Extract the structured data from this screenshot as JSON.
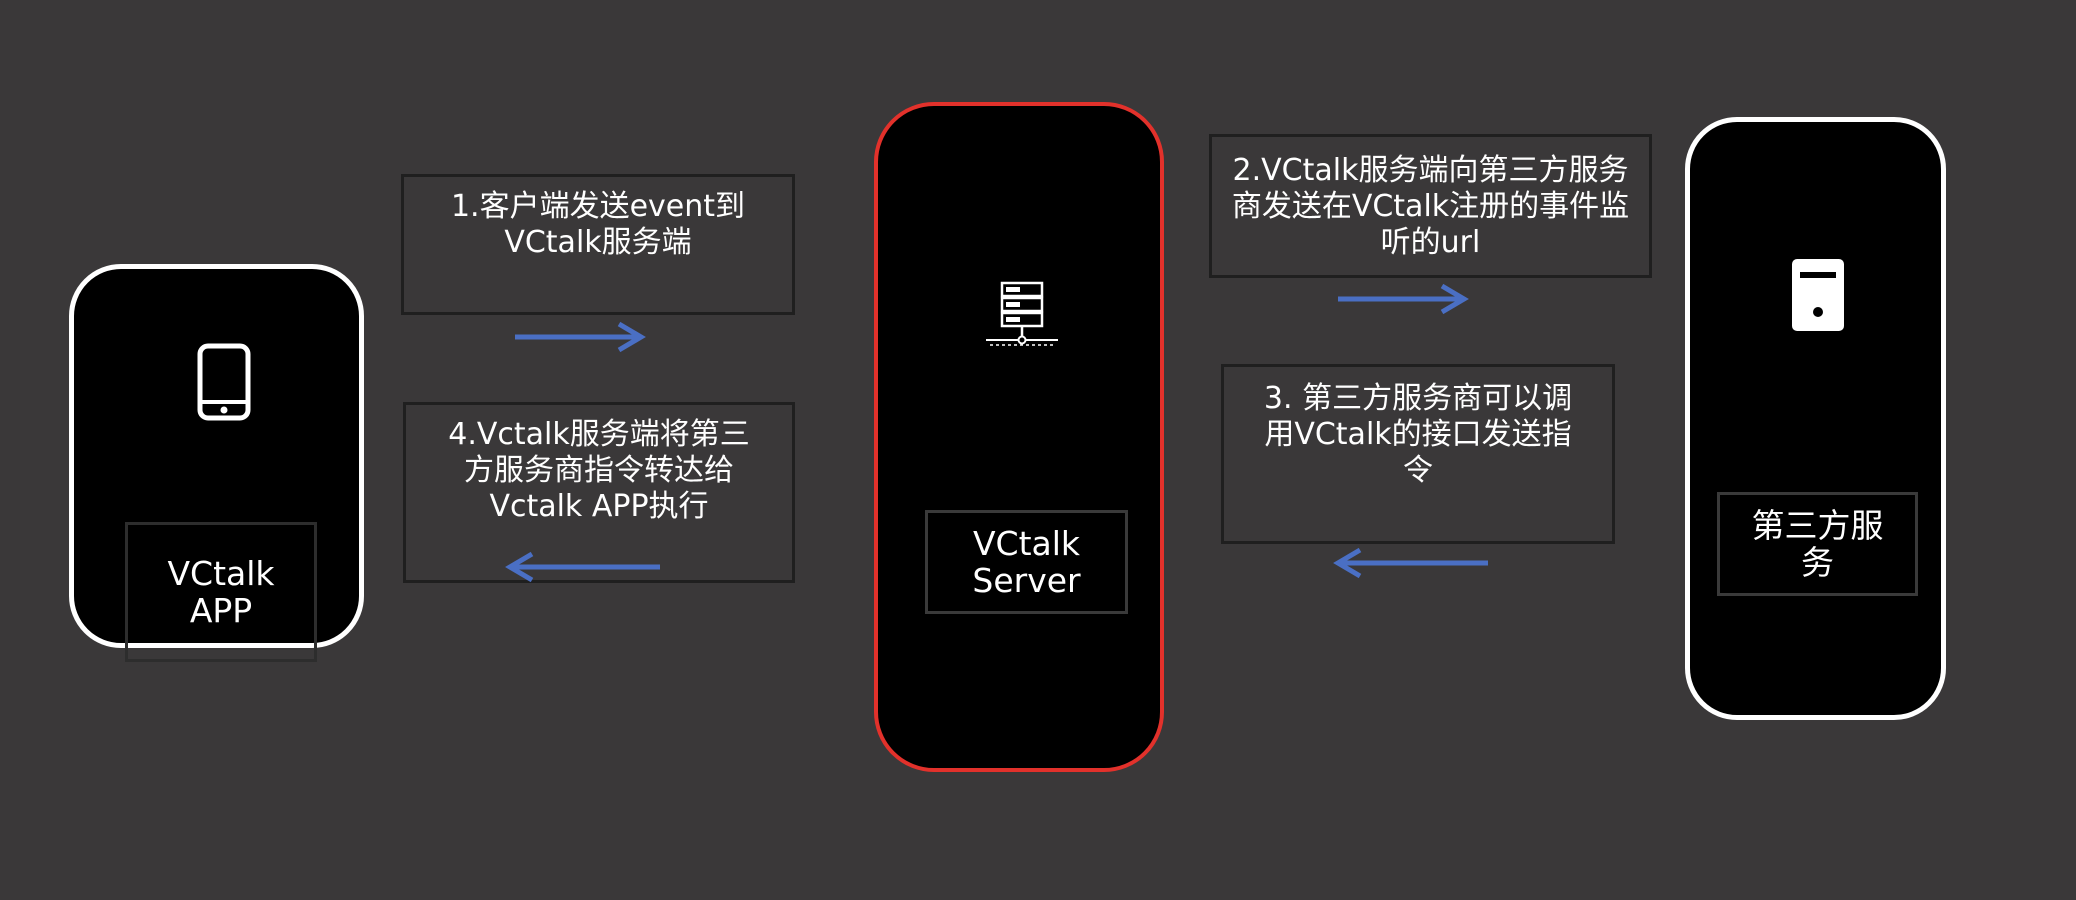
{
  "nodes": {
    "app": {
      "label": "VCtalk APP",
      "icon": "smartphone-icon"
    },
    "server": {
      "label": "VCtalk Server",
      "icon": "server-rack-icon"
    },
    "third_party": {
      "label": "第三方服务",
      "icon": "tower-server-icon"
    }
  },
  "steps": {
    "step1": "1.客户端发送event到VCtalk服务端",
    "step2": "2.VCtalk服务端向第三方服务商发送在VCtalk注册的事件监听的url",
    "step3": "3. 第三方服务商可以调用VCtalk的接口发送指令",
    "step4": "4.Vctalk服务端将第三方服务商指令转达给Vctalk APP执行"
  },
  "colors": {
    "background": "#3a3839",
    "device_fill": "#000000",
    "device_border": "#ffffff",
    "server_border": "#e2312b",
    "arrow": "#4a6fc4",
    "text": "#ffffff"
  }
}
